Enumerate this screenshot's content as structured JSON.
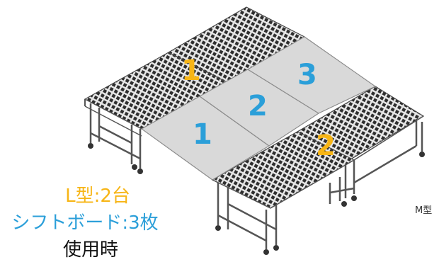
{
  "labels": {
    "num_l1": "1",
    "num_l2": "2",
    "num_s1": "1",
    "num_s2": "2",
    "num_s3": "3"
  },
  "caption": {
    "line1": "L型:2台",
    "line2": "シフトボード:3枚",
    "line3": "使用時"
  },
  "model_label": "M型",
  "colors": {
    "orange": "#f7b516",
    "blue": "#2b9fd9",
    "board": "#d9d9d9",
    "frame": "#4a4a4a"
  }
}
